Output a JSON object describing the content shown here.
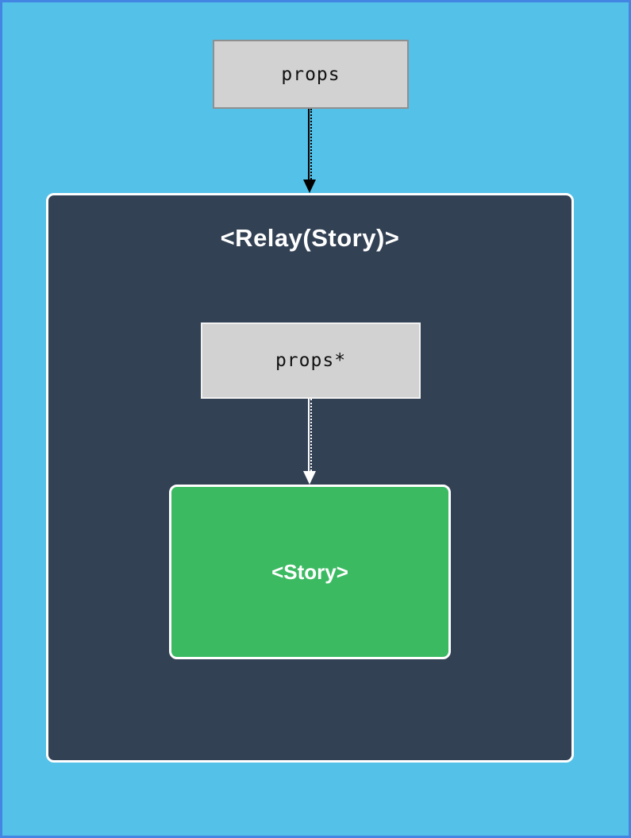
{
  "labels": {
    "outer_props": "props",
    "relay_title": "<Relay(Story)>",
    "inner_props": "props*",
    "story": "<Story>"
  },
  "colors": {
    "page_background": "#54c1e8",
    "page_border": "#4285e2",
    "container_bg": "#334154",
    "container_border": "#ffffff",
    "story_green": "#3cba62",
    "box_gray": "#d2d2d2",
    "box_gray_border": "#8f8f8f",
    "box_white_border": "#f2f2f2",
    "arrow_black": "#000000",
    "arrow_white": "#ffffff",
    "mono_text": "#111111",
    "title_text": "#ffffff"
  }
}
